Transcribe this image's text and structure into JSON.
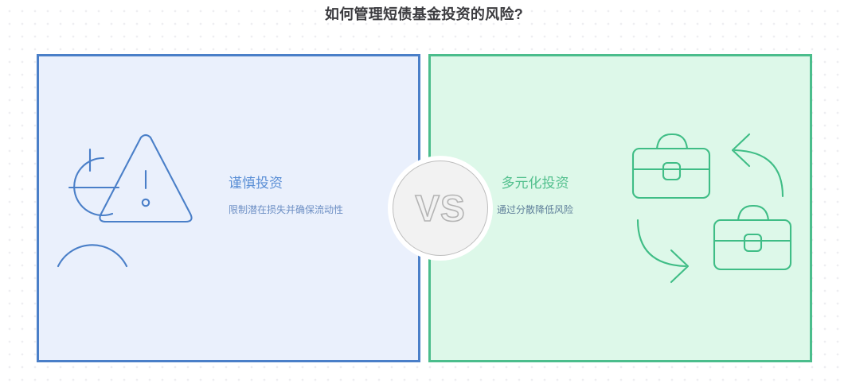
{
  "page": {
    "title": "如何管理短债基金投资的风险?",
    "background_color": "#ffffff",
    "dot_grid_color": "#eeeef1"
  },
  "comparison": {
    "vs_label": "VS",
    "left": {
      "heading": "谨慎投资",
      "description": "限制潜在损失并确保流动性",
      "accent_color": "#4a7fc8",
      "fill_color": "#eaf0fc",
      "heading_color": "#5b8fd6",
      "icons": [
        "warning-triangle-icon",
        "person-shield-icon"
      ]
    },
    "right": {
      "heading": "多元化投资",
      "description": "通过分散降低风险",
      "accent_color": "#4bbd8c",
      "fill_color": "#ddf8e9",
      "heading_color": "#53c08e",
      "icons": [
        "briefcase-icon",
        "briefcase-icon",
        "curved-arrow-left-icon",
        "curved-arrow-right-icon"
      ]
    }
  }
}
